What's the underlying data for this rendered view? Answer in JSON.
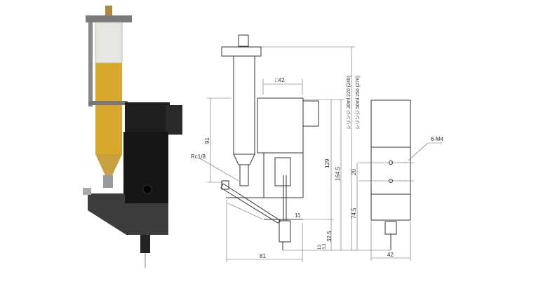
{
  "photo": {
    "colors": {
      "resin": "#d8a82a",
      "body": "#1c1c1c",
      "base": "#3a3a3a"
    }
  },
  "drawing": {
    "front_view": {
      "dims": {
        "square": "□42",
        "height_91": "91",
        "port": "Rc1/8",
        "height_129": "129",
        "height_164": "164.5",
        "syringe_30": "シリンジ 30ml 220 (240)",
        "syringe_50": "シリンジ 50ml 250 (270)",
        "nozzle_11": "11",
        "nozzle_32": "32.5",
        "small_13": "13",
        "small_33": "3.3",
        "width_81": "81"
      }
    },
    "side_view": {
      "dims": {
        "thread": "6-M4",
        "pitch_20": "20",
        "height_745": "74.5",
        "width_42": "42"
      }
    }
  }
}
